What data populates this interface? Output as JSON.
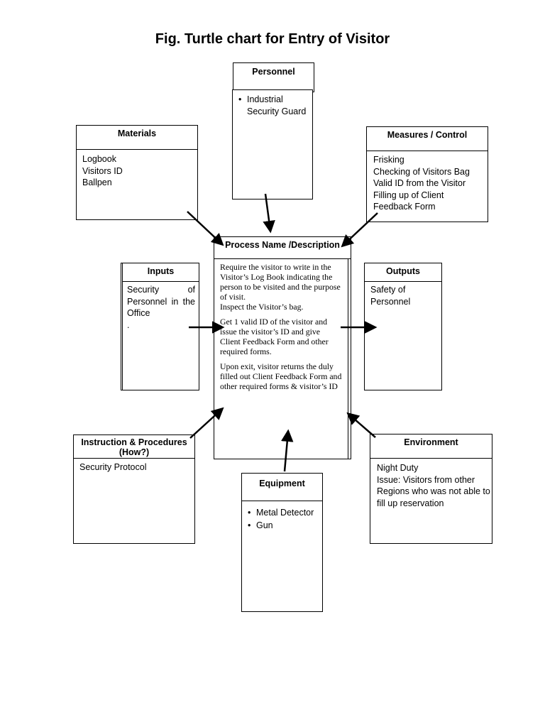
{
  "title": "Fig. Turtle chart for Entry of Visitor",
  "personnel": {
    "header": "Personnel",
    "items": [
      "Industrial Security Guard"
    ]
  },
  "materials": {
    "header": "Materials",
    "lines": [
      "Logbook",
      "Visitors ID",
      "Ballpen"
    ]
  },
  "measures": {
    "header": "Measures / Control",
    "lines": [
      "Frisking",
      "Checking of Visitors Bag",
      "Valid ID from the Visitor",
      "Filling up of Client",
      "Feedback Form"
    ]
  },
  "process": {
    "header": "Process Name /Description",
    "paragraphs": [
      "Require the visitor to write in the Visitor’s Log Book indicating the person to be visited and the purpose of visit.",
      "Inspect the Visitor’s bag.",
      "Get 1 valid ID of the visitor and issue the visitor’s ID and give Client Feedback Form and other required forms.",
      "Upon exit, visitor returns the duly filled out Client Feedback Form and other required forms & visitor’s ID"
    ]
  },
  "inputs": {
    "header": "Inputs",
    "text": "Security of Personnel in the Office",
    "dot": "."
  },
  "outputs": {
    "header": "Outputs",
    "lines": [
      "Safety of",
      "Personnel"
    ]
  },
  "instruction": {
    "header_line1": "Instruction & Procedures",
    "header_line2": "(How?)",
    "lines": [
      "Security Protocol"
    ]
  },
  "equipment": {
    "header": "Equipment",
    "items": [
      "Metal Detector",
      "Gun"
    ]
  },
  "environment": {
    "header": "Environment",
    "lines": [
      "Night Duty",
      "Issue: Visitors from other Regions who was not able to fill up reservation"
    ]
  }
}
